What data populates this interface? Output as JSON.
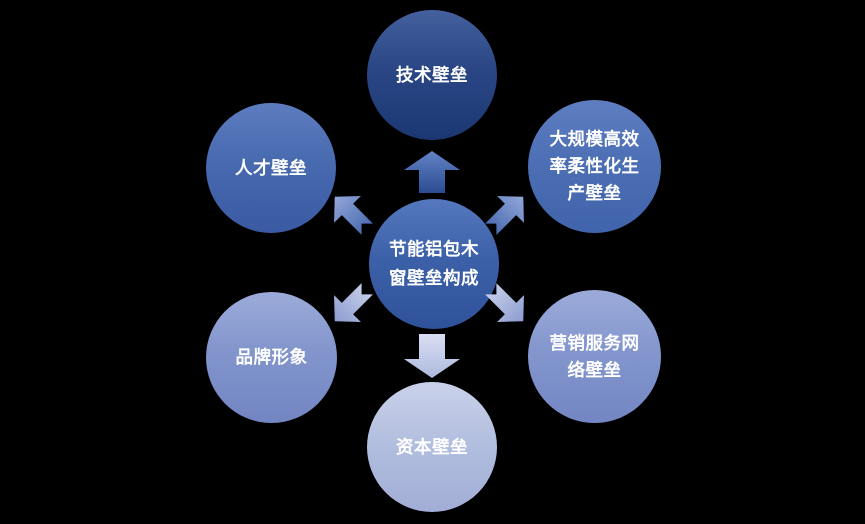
{
  "diagram": {
    "type": "radial-cycle",
    "background_color": "#000000",
    "text_color": "#ffffff",
    "center": {
      "label": "节能铝包木窗壁垒构成",
      "lines": [
        "节能铝包木",
        "窗壁垒构成"
      ],
      "colors": {
        "top": "#5578bd",
        "bottom": "#2f529b"
      }
    },
    "nodes": {
      "top": {
        "label": "技术壁垒",
        "colors": {
          "top": "#44619e",
          "bottom": "#1c3873"
        }
      },
      "top_right": {
        "label": "大规模高效率柔性化生产壁垒",
        "lines": [
          "大规模高效",
          "率柔性化生",
          "产壁垒"
        ],
        "colors": {
          "top": "#5f7ec2",
          "bottom": "#4063ab"
        }
      },
      "bottom_right": {
        "label": "营销服务网络壁垒",
        "lines": [
          "营销服务网",
          "络壁垒"
        ],
        "colors": {
          "top": "#9cabd9",
          "bottom": "#7386c3"
        }
      },
      "bottom": {
        "label": "资本壁垒",
        "colors": {
          "top": "#cad1ea",
          "bottom": "#a1add5"
        }
      },
      "bottom_left": {
        "label": "品牌形象",
        "colors": {
          "top": "#9cabd9",
          "bottom": "#7285c2"
        }
      },
      "top_left": {
        "label": "人才壁垒",
        "colors": {
          "top": "#5d7cc0",
          "bottom": "#3a5aa3"
        }
      }
    },
    "arrows": {
      "up": {
        "direction": "up",
        "from": "center",
        "to": "top"
      },
      "up_left": {
        "direction": "up-left",
        "from": "center",
        "to": "top_left"
      },
      "up_right": {
        "direction": "up-right",
        "from": "center",
        "to": "top_right"
      },
      "down_left": {
        "direction": "down-left",
        "from": "center",
        "to": "bottom_left"
      },
      "down_right": {
        "direction": "down-right",
        "from": "center",
        "to": "bottom_right"
      },
      "down": {
        "direction": "down",
        "from": "center",
        "to": "bottom"
      }
    }
  }
}
